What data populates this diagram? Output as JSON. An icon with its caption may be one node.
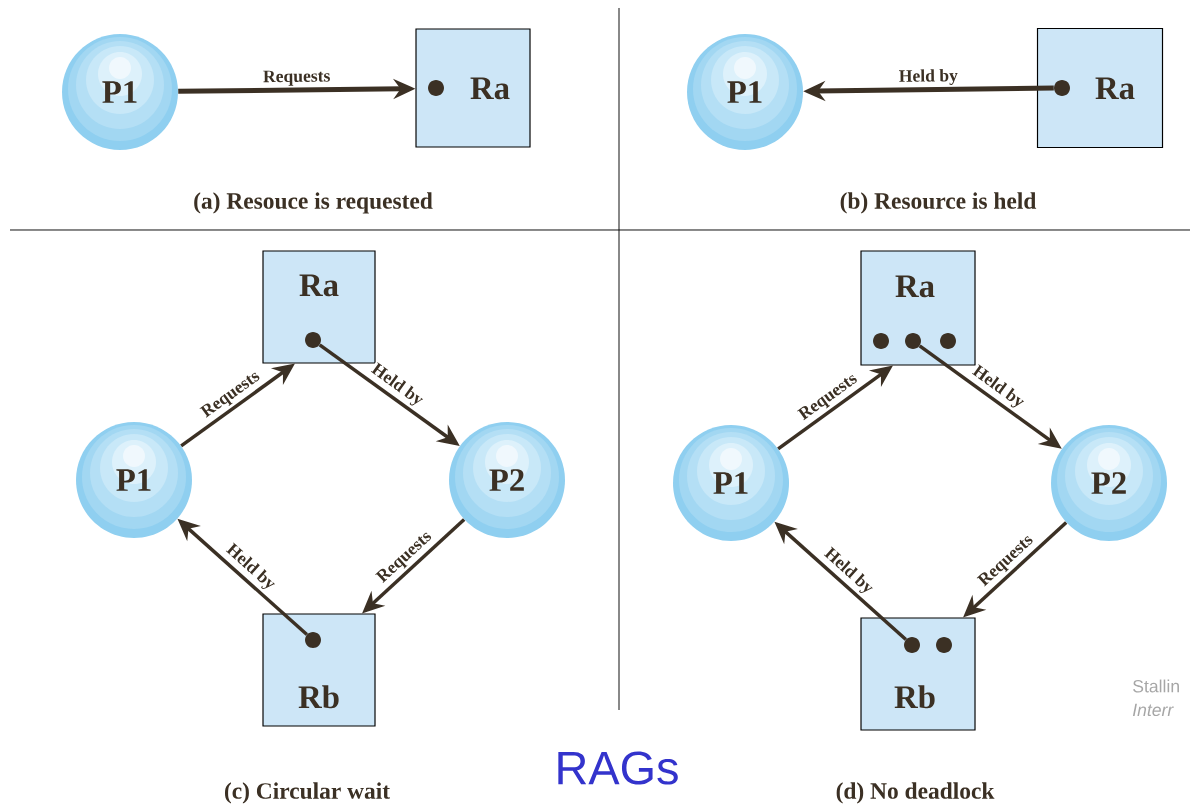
{
  "diagram": {
    "title": "RAGs",
    "nodes": [
      {
        "text": [
          "P1"
        ]
      },
      {
        "text": [
          "Ra"
        ]
      },
      {
        "text": [],
        "shape": "circle",
        "in": 1
      },
      {
        "text": [
          "P1"
        ]
      },
      {
        "text": [
          "Ra"
        ]
      },
      {
        "text": [],
        "shape": "circle",
        "in": 4
      },
      {
        "text": [
          "Ra"
        ]
      },
      {
        "text": [],
        "shape": "circle",
        "in": 6
      },
      {
        "text": [
          "P1"
        ]
      },
      {
        "text": [
          "P2"
        ]
      },
      {
        "text": [
          "Rb"
        ]
      },
      {
        "text": [],
        "shape": "circle",
        "in": 10
      },
      {
        "text": [
          "Ra"
        ]
      },
      {
        "text": [],
        "shape": "circle",
        "in": 12
      },
      {
        "text": [],
        "shape": "circle",
        "in": 12
      },
      {
        "text": [],
        "shape": "circle",
        "in": 12
      },
      {
        "text": [
          "P1"
        ]
      },
      {
        "text": [
          "P2"
        ]
      },
      {
        "text": [
          "Rb"
        ]
      },
      {
        "text": [],
        "shape": "circle",
        "in": 18
      },
      {
        "text": [],
        "shape": "circle",
        "in": 18
      }
    ],
    "edges": [
      {
        "from": 0,
        "to": 1,
        "arrow": "to",
        "label": "Requests"
      },
      {
        "from": 5,
        "to": 3,
        "arrow": "to",
        "label": "Held by"
      },
      {
        "from": 8,
        "to": 6,
        "arrow": "to",
        "label": "Requests"
      },
      {
        "from": 7,
        "to": 9,
        "arrow": "to",
        "label": "Held by"
      },
      {
        "from": 9,
        "to": 10,
        "arrow": "to",
        "label": "Requests"
      },
      {
        "from": 11,
        "to": 8,
        "arrow": "to",
        "label": "Held by"
      },
      {
        "from": 16,
        "to": 12,
        "arrow": "to",
        "label": "Requests"
      },
      {
        "from": 14,
        "to": 17,
        "arrow": "to",
        "label": "Held by"
      },
      {
        "from": 17,
        "to": 18,
        "arrow": "to",
        "label": "Requests"
      },
      {
        "from": 19,
        "to": 16,
        "arrow": "to",
        "label": "Held by"
      }
    ],
    "labels": [
      "(a) Resouce is requested",
      "(b) Resource is held",
      "(c) Circular wait",
      "(d) No deadlock",
      "Stallin",
      "Interr"
    ]
  }
}
